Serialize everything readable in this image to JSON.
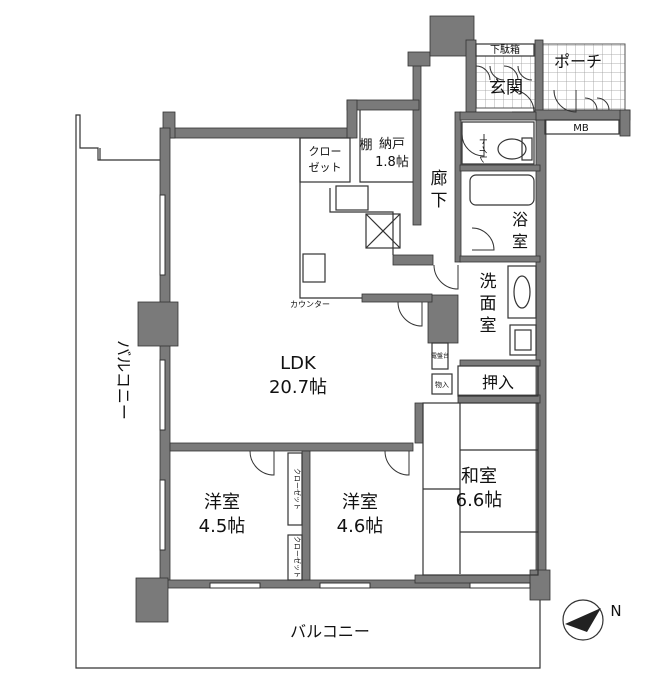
{
  "rooms": {
    "ldk_name": "LDK",
    "ldk_size": "20.7帖",
    "western1_name": "洋室",
    "western1_size": "4.5帖",
    "western2_name": "洋室",
    "western2_size": "4.6帖",
    "japanese_name": "和室",
    "japanese_size": "6.6帖",
    "storage_name": "納戸",
    "storage_size": "1.8帖",
    "shelf": "棚",
    "hallway_1": "廊",
    "hallway_2": "下",
    "entrance": "玄関",
    "shoe_box": "下駄箱",
    "porch": "ポーチ",
    "mb": "MB",
    "toilet": "トイレ",
    "bath_1": "浴",
    "bath_2": "室",
    "washroom_1": "洗",
    "washroom_2": "面",
    "washroom_3": "室",
    "oshiire": "押入",
    "monoire": "物入",
    "panel": "電盤台",
    "closet_top_1": "クロー",
    "closet_top_2": "ゼット",
    "closet_vertical_1": "クローゼット",
    "closet_vertical_2": "クローゼット",
    "counter": "カウンター"
  },
  "balcony": {
    "west_label": "バルコニー",
    "south_label": "バルコニー"
  },
  "compass": {
    "label": "N"
  },
  "colors": {
    "wall": "#7a7a7a",
    "line": "#222222",
    "floor": "#ffffff"
  }
}
